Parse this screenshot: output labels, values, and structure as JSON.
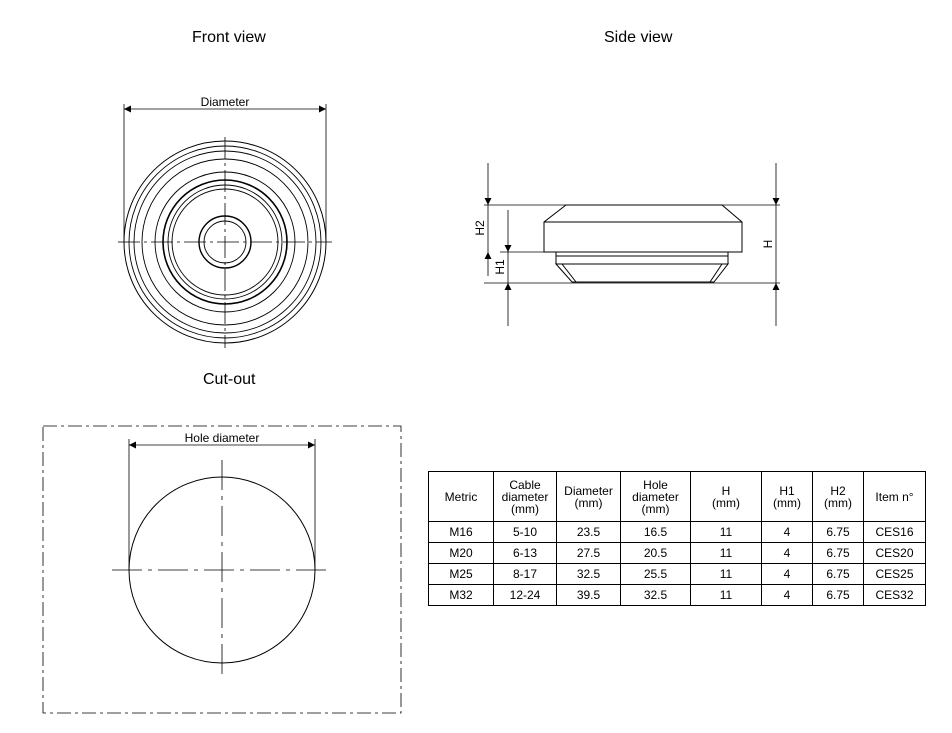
{
  "headings": {
    "front_view": "Front view",
    "side_view": "Side view",
    "cut_out": "Cut-out"
  },
  "dimension_labels": {
    "diameter": "Diameter",
    "hole_diameter": "Hole diameter",
    "h": "H",
    "h1": "H1",
    "h2": "H2"
  },
  "table": {
    "headers": [
      "Metric",
      "Cable\ndiameter\n(mm)",
      "Diameter\n(mm)",
      "Hole\ndiameter\n(mm)",
      "H\n(mm)",
      "H1\n(mm)",
      "H2\n(mm)",
      "Item n°"
    ],
    "rows": [
      [
        "M16",
        "5-10",
        "23.5",
        "16.5",
        "11",
        "4",
        "6.75",
        "CES16"
      ],
      [
        "M20",
        "6-13",
        "27.5",
        "20.5",
        "11",
        "4",
        "6.75",
        "CES20"
      ],
      [
        "M25",
        "8-17",
        "32.5",
        "25.5",
        "11",
        "4",
        "6.75",
        "CES25"
      ],
      [
        "M32",
        "12-24",
        "39.5",
        "32.5",
        "11",
        "4",
        "6.75",
        "CES32"
      ]
    ]
  }
}
